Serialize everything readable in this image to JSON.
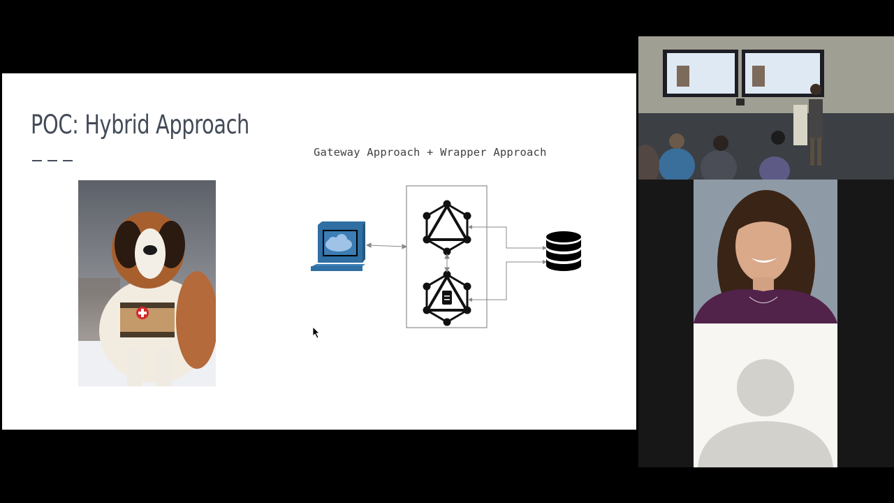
{
  "slide": {
    "title": "POC: Hybrid Approach",
    "diagram_caption": "Gateway Approach + Wrapper Approach"
  },
  "diagram": {
    "nodes": [
      "client-computer-icon",
      "graphql-gateway-icon",
      "graphql-wrapper-icon",
      "database-icon"
    ]
  },
  "video_tiles": [
    "room-camera",
    "speaker-camera",
    "participant-placeholder"
  ],
  "colors": {
    "slide_background": "#ffffff",
    "title_text": "#434b57",
    "computer_blue": "#2f6fa3",
    "screen_black": "#000000"
  }
}
